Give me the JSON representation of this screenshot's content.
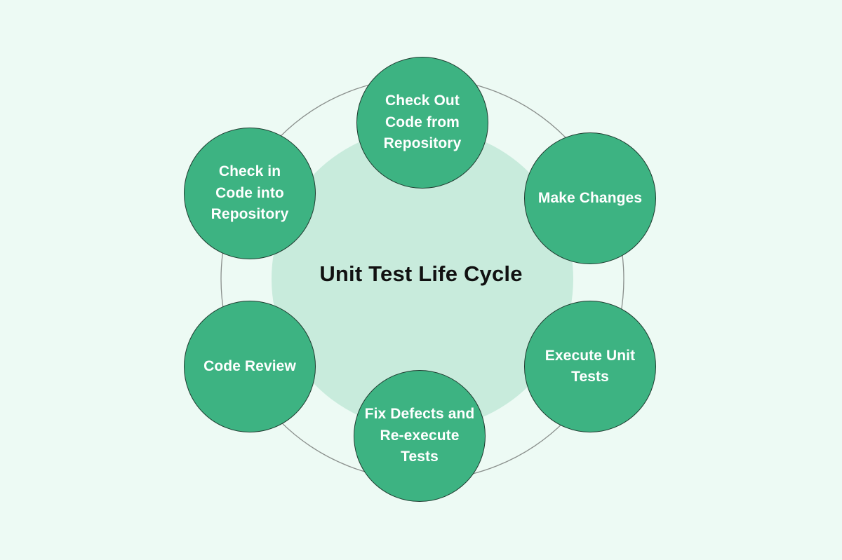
{
  "diagram": {
    "title": "Unit Test Life Cycle",
    "type": "cycle-diagram",
    "background_color": "#edfaf4",
    "inner_circle_color": "#c8ebdc",
    "node_fill_color": "#3db382",
    "node_stroke_color": "#1f3c30",
    "ring_stroke_color": "#8a8f8c",
    "node_text_color": "#ffffff",
    "title_text_color": "#111111",
    "nodes": [
      {
        "id": "check-out-code-from-repository",
        "label": "Check Out\nCode from\nRepository",
        "order": 1,
        "position": "top"
      },
      {
        "id": "make-changes",
        "label": "Make Changes",
        "order": 2,
        "position": "top-right"
      },
      {
        "id": "execute-unit-tests",
        "label": "Execute Unit\nTests",
        "order": 3,
        "position": "bottom-right"
      },
      {
        "id": "fix-defects-and-re-execute-tests",
        "label": "Fix Defects and\nRe-execute\nTests",
        "order": 4,
        "position": "bottom"
      },
      {
        "id": "code-review",
        "label": "Code Review",
        "order": 5,
        "position": "bottom-left"
      },
      {
        "id": "check-in-code-into-repository",
        "label": "Check in\nCode into\nRepository",
        "order": 6,
        "position": "top-left"
      }
    ]
  }
}
